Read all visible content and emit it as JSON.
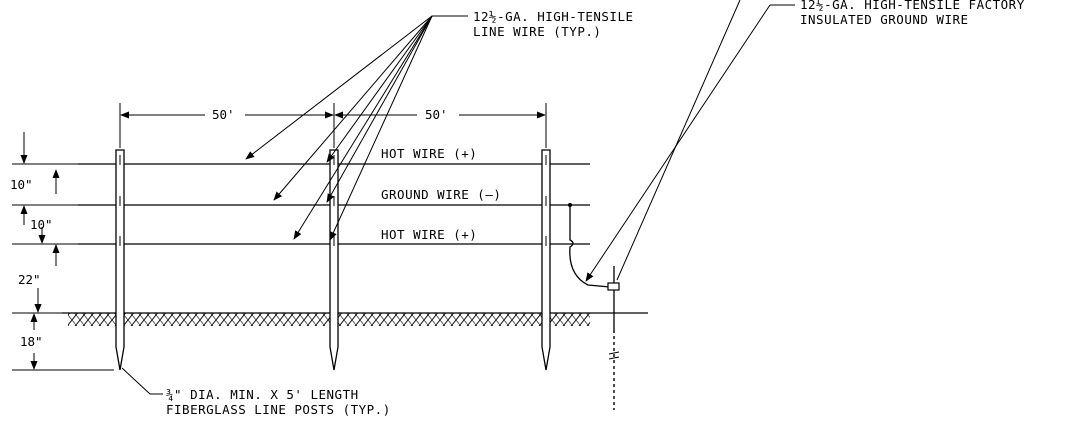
{
  "labels": {
    "line_wire": [
      "12½-GA. HIGH-TENSILE",
      "LINE WIRE (TYP.)"
    ],
    "ground_wire_note": [
      "12½-GA. HIGH-TENSILE FACTORY",
      "INSULATED GROUND WIRE"
    ],
    "post_note": [
      "¾\" DIA. MIN. X 5' LENGTH",
      "FIBERGLASS LINE POSTS (TYP.)"
    ],
    "hot_wire_top": "HOT WIRE (+)",
    "ground_wire": "GROUND WIRE (–)",
    "hot_wire_bottom": "HOT WIRE (+)"
  },
  "dimensions": {
    "span_1": "50'",
    "span_2": "50'",
    "gap_1": "10\"",
    "gap_2": "10\"",
    "height_bottom_wire": "22\"",
    "depth_post": "18\""
  }
}
